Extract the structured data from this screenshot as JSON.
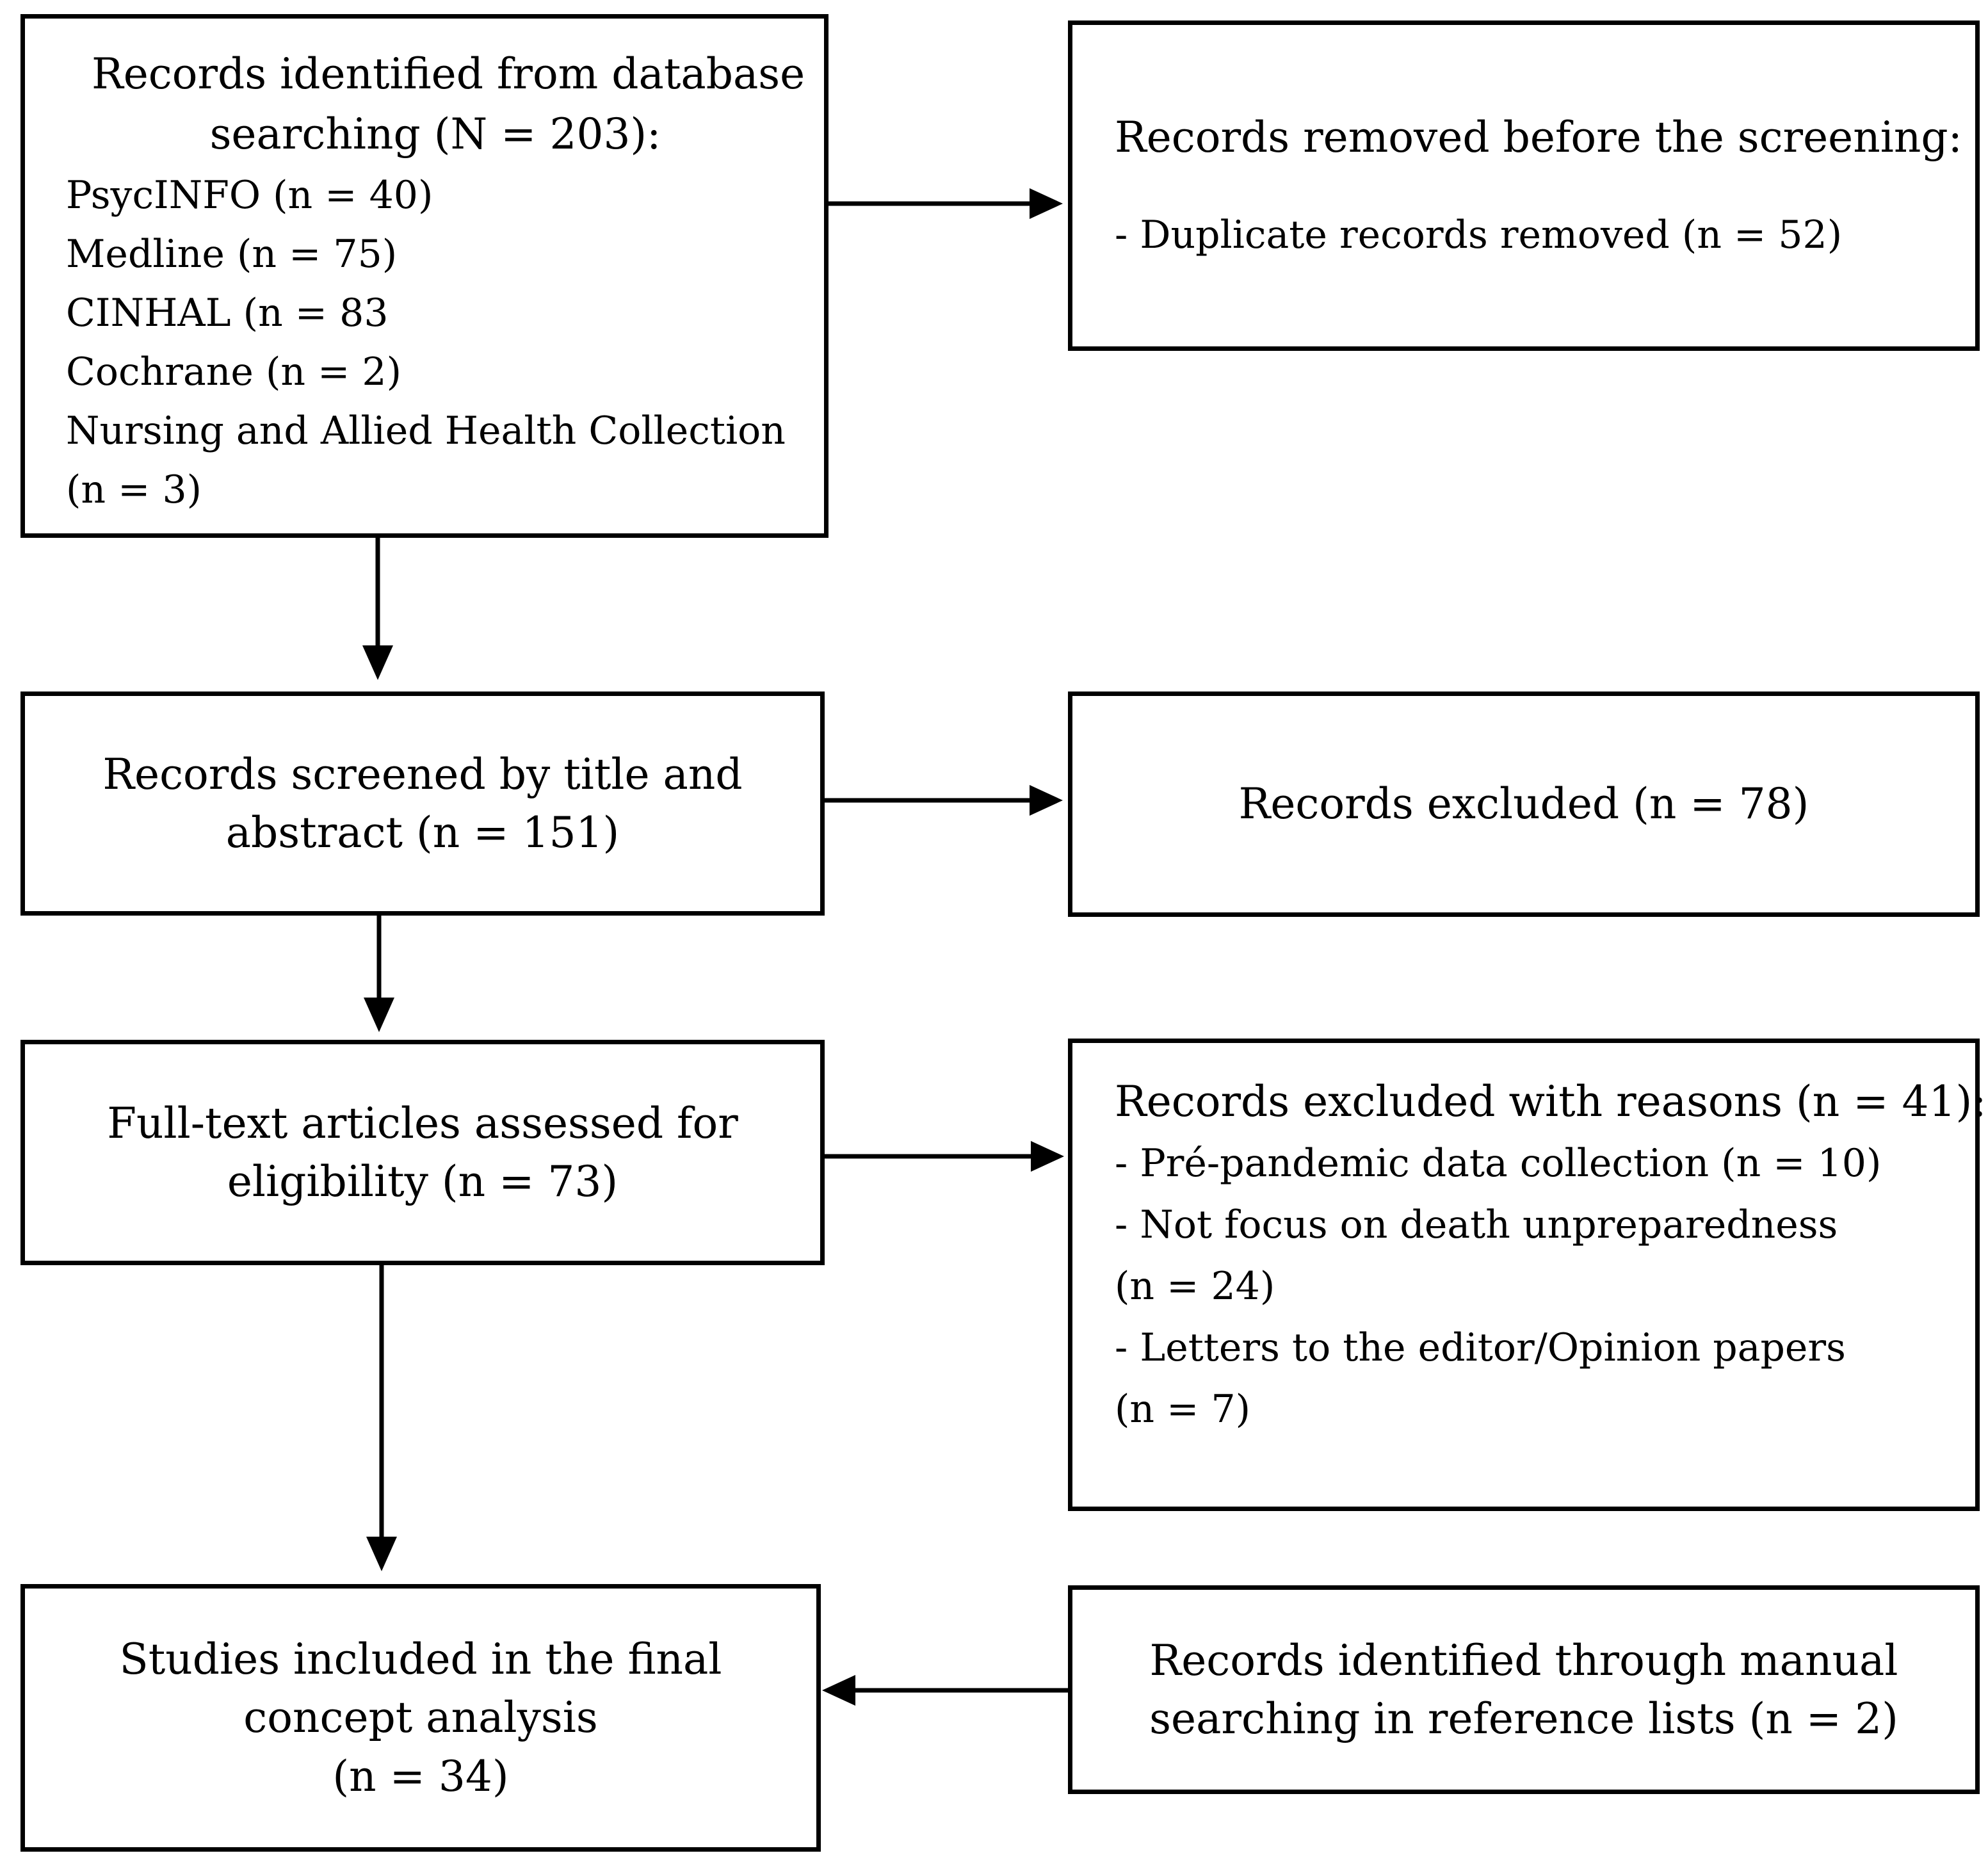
{
  "boxes": {
    "identified": {
      "title_lines": [
        "Records identified from database",
        "searching (N = 203):"
      ],
      "items": [
        "PsycINFO (n = 40)",
        "Medline (n = 75)",
        "CINHAL (n = 83",
        "Cochrane (n = 2)",
        "Nursing and Allied Health Collection",
        "(n = 3)"
      ]
    },
    "removed": {
      "title": "Records removed before the screening:",
      "items": [
        "- Duplicate records removed (n = 52)"
      ]
    },
    "screened": {
      "lines": [
        "Records screened by title and",
        "abstract (n = 151)"
      ]
    },
    "excluded": {
      "lines": [
        "Records excluded (n = 78)"
      ]
    },
    "fulltext": {
      "lines": [
        "Full-text articles assessed for",
        "eligibility (n = 73)"
      ]
    },
    "reasons": {
      "title": "Records excluded with reasons (n = 41):",
      "items": [
        "- Pré-pandemic data collection (n = 10)",
        "- Not focus on death unpreparedness",
        "(n = 24)",
        "- Letters to the editor/Opinion papers",
        "(n = 7)"
      ]
    },
    "included": {
      "lines": [
        "Studies included in the final",
        "concept analysis",
        "(n = 34)"
      ]
    },
    "manual": {
      "lines": [
        "Records identified through manual",
        "searching in reference lists (n = 2)"
      ]
    }
  }
}
